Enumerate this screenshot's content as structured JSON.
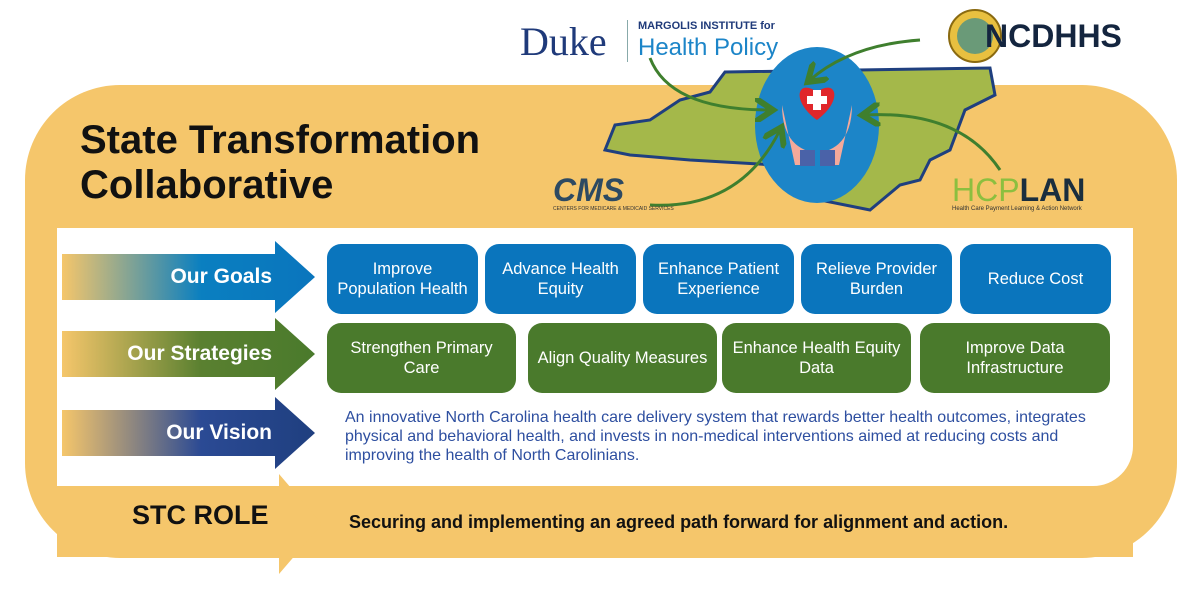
{
  "title": "State Transformation Collaborative",
  "logos": {
    "duke": "Duke",
    "margolis_line1": "MARGOLIS INSTITUTE for",
    "margolis_line2": "Health Policy",
    "ncdhhs": "NCDHHS",
    "cms": "CMS",
    "cms_sub": "CENTERS FOR MEDICARE & MEDICAID SERVICES",
    "hcplan_a": "HCP",
    "hcplan_b": "LAN",
    "hcplan_sub": "Health Care Payment Learning & Action Network"
  },
  "rows": {
    "goals_label": "Our Goals",
    "strategies_label": "Our Strategies",
    "vision_label": "Our Vision",
    "role_label": "STC ROLE"
  },
  "goals": [
    "Improve Population Health",
    "Advance Health Equity",
    "Enhance Patient Experience",
    "Relieve Provider Burden",
    "Reduce Cost"
  ],
  "strategies": [
    "Strengthen Primary Care",
    "Align Quality Measures",
    "Enhance Health Equity Data",
    "Improve Data Infrastructure"
  ],
  "vision": "An innovative North Carolina health care delivery system that rewards better health outcomes, integrates physical and behavioral health, and invests in non-medical interventions aimed at reducing costs and improving the health of North Carolinians.",
  "role": "Securing and implementing an agreed path forward for alignment and action.",
  "colors": {
    "yellow": "#f5c66b",
    "blue": "#0a75bd",
    "green": "#4a7a2c",
    "navy": "#1f3f7f"
  }
}
